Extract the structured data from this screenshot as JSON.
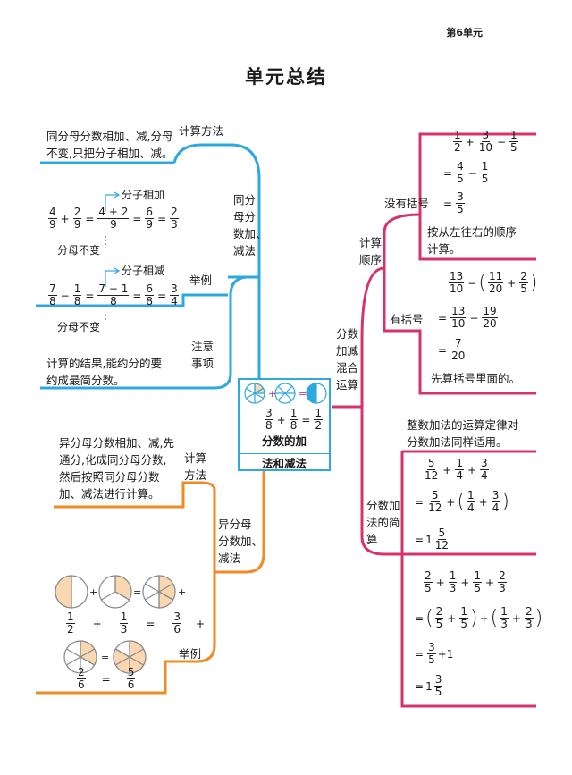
{
  "header": {
    "unit": "第6单元",
    "title": "单元总结"
  },
  "center": {
    "label": "分数的加法和减法",
    "line1": "分数的加",
    "line2": "法和减法",
    "eq": {
      "a": [
        "3",
        "8"
      ],
      "b": [
        "1",
        "8"
      ],
      "c": [
        "1",
        "2"
      ]
    }
  },
  "same_denominator": {
    "branch": [
      "同分",
      "母分",
      "数加、",
      "减法"
    ],
    "method_label": "计算方法",
    "method_text": [
      "同分母分数相加、减,分母",
      "不变,只把分子相加、减。"
    ],
    "example_label": "举例",
    "add_note": "分子相加",
    "add_expr": {
      "a": [
        "4",
        "9"
      ],
      "b": [
        "2",
        "9"
      ],
      "c": [
        "4 + 2",
        "9"
      ],
      "d": [
        "6",
        "9"
      ],
      "e": [
        "2",
        "3"
      ]
    },
    "add_denom_note": "分母不变",
    "sub_note": "分子相减",
    "sub_expr": {
      "a": [
        "7",
        "8"
      ],
      "b": [
        "1",
        "8"
      ],
      "c": [
        "7 − 1",
        "8"
      ],
      "d": [
        "6",
        "8"
      ],
      "e": [
        "3",
        "4"
      ]
    },
    "sub_denom_note": "分母不变",
    "attention_label": [
      "注意",
      "事项"
    ],
    "attention_text": [
      "计算的结果,能约分的要",
      "约成最简分数。"
    ]
  },
  "diff_denominator": {
    "branch": [
      "异分母",
      "分数加、",
      "减法"
    ],
    "method_label": [
      "计算",
      "方法"
    ],
    "method_text": [
      "异分母分数相加、减,先",
      "通分,化成同分母分数,",
      "然后按照同分母分数",
      "加、减法进行计算。"
    ],
    "example_label": "举例",
    "ex1": {
      "a": [
        "1",
        "2"
      ],
      "b": [
        "1",
        "3"
      ],
      "c": [
        "3",
        "6"
      ],
      "plus": "+"
    },
    "ex2": {
      "a": [
        "2",
        "6"
      ],
      "eq": "=",
      "b": [
        "5",
        "6"
      ]
    }
  },
  "mixed": {
    "branch": [
      "分数",
      "加减",
      "混合",
      "运算"
    ],
    "order_label": [
      "计算",
      "顺序"
    ],
    "no_paren_label": "没有括号",
    "no_paren_expr": {
      "l1": [
        [
          "1",
          "2"
        ],
        "+",
        [
          "3",
          "10"
        ],
        "−",
        [
          "1",
          "5"
        ]
      ],
      "l2": [
        [
          "4",
          "5"
        ],
        "−",
        [
          "1",
          "5"
        ]
      ],
      "l3": [
        [
          "3",
          "5"
        ]
      ]
    },
    "no_paren_text": [
      "按从左往右的顺序",
      "计算。"
    ],
    "paren_label": "有括号",
    "paren_expr": {
      "l1a": [
        "13",
        "10"
      ],
      "l1b": [
        "11",
        "20"
      ],
      "l1c": [
        "2",
        "5"
      ],
      "l2a": [
        "13",
        "10"
      ],
      "l2b": [
        "19",
        "20"
      ],
      "l3": [
        "7",
        "20"
      ]
    },
    "paren_text": "先算括号里面的。",
    "simple_label": [
      "分数加",
      "法的简",
      "算"
    ],
    "law_text": [
      "整数加法的运算定律对",
      "分数加法同样适用。"
    ],
    "simple1": {
      "l1": [
        [
          "5",
          "12"
        ],
        [
          "1",
          "4"
        ],
        [
          "3",
          "4"
        ]
      ],
      "l2": [
        [
          "5",
          "12"
        ],
        [
          "1",
          "4"
        ],
        [
          "3",
          "4"
        ]
      ],
      "l3": {
        "whole": "1",
        "f": [
          "5",
          "12"
        ]
      }
    },
    "simple2": {
      "l1": [
        [
          "2",
          "5"
        ],
        [
          "1",
          "3"
        ],
        [
          "1",
          "5"
        ],
        [
          "2",
          "3"
        ]
      ],
      "l2": [
        [
          "2",
          "5"
        ],
        [
          "1",
          "5"
        ],
        [
          "1",
          "3"
        ],
        [
          "2",
          "3"
        ]
      ],
      "l3": {
        "f": [
          "3",
          "5"
        ],
        "rest": "+1"
      },
      "l4": {
        "whole": "1",
        "f": [
          "3",
          "5"
        ]
      }
    }
  },
  "colors": {
    "blue": "#2ea8e0",
    "orange": "#f08a24",
    "pink": "#d6336c",
    "fill": "#f9d7b0"
  }
}
